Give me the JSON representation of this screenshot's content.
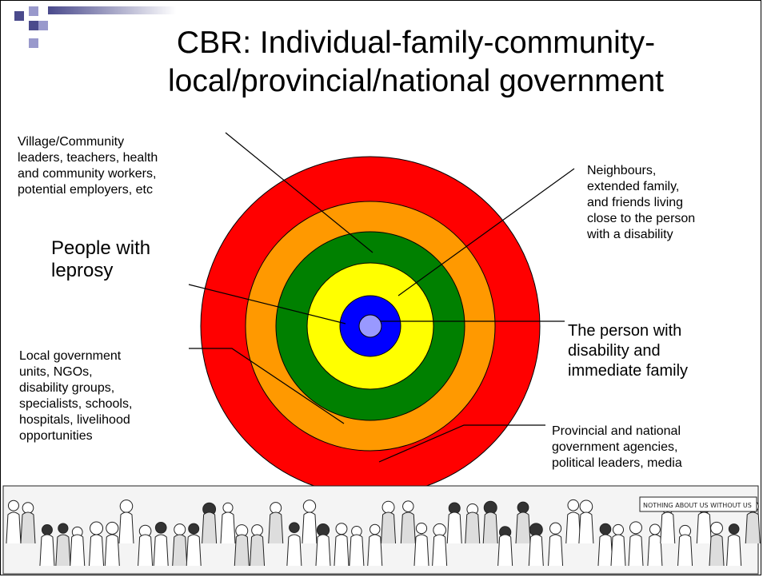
{
  "slide": {
    "title_line1": "CBR: Individual-family-community-",
    "title_line2": "local/provincial/national government"
  },
  "labels": {
    "village": [
      "Village/Community",
      "leaders, teachers, health",
      "and community workers,",
      "potential employers, etc"
    ],
    "neighbours": [
      "Neighbours,",
      "extended family,",
      "and friends living",
      "close to the person",
      "with a disability"
    ],
    "leprosy": [
      "People with",
      "leprosy"
    ],
    "person": [
      "The person with",
      "disability and",
      "immediate family"
    ],
    "local_gov": [
      "Local government",
      "units, NGOs,",
      "disability groups,",
      "specialists, schools,",
      "hospitals, livelihood",
      "opportunities"
    ],
    "provincial": [
      "Provincial and national",
      "government agencies,",
      "political leaders, media"
    ]
  },
  "colors": {
    "ring_outer": "#ff0000",
    "ring_2": "#ff9900",
    "ring_3": "#008000",
    "ring_4": "#ffff00",
    "ring_5": "#0000ff",
    "core": "#9999ff",
    "deco_dark": "#4a4a8c",
    "deco_light": "#9999cc"
  },
  "banner": {
    "sign_text": "NOTHING ABOUT US WITHOUT US"
  }
}
